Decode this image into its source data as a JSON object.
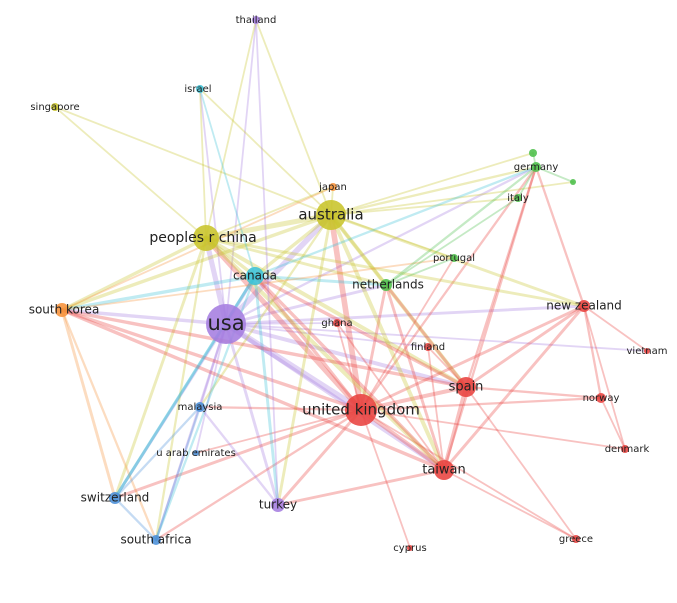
{
  "clusters": {
    "red": "#e8423f",
    "yellow": "#c8c42a",
    "purple": "#a57de0",
    "cyan": "#3cc2d6",
    "green": "#4cbf4a",
    "orange": "#f7923a",
    "blue": "#4a90d9"
  },
  "nodes": [
    {
      "id": "usa",
      "label": "usa",
      "cluster": "purple",
      "weight": 10
    },
    {
      "id": "united_kingdom",
      "label": "united kingdom",
      "cluster": "red",
      "weight": 9
    },
    {
      "id": "australia",
      "label": "australia",
      "cluster": "yellow",
      "weight": 8
    },
    {
      "id": "peoples_r_china",
      "label": "peoples r china",
      "cluster": "yellow",
      "weight": 7
    },
    {
      "id": "spain",
      "label": "spain",
      "cluster": "red",
      "weight": 5
    },
    {
      "id": "taiwan",
      "label": "taiwan",
      "cluster": "red",
      "weight": 5
    },
    {
      "id": "canada",
      "label": "canada",
      "cluster": "cyan",
      "weight": 4
    },
    {
      "id": "south_korea",
      "label": "south korea",
      "cluster": "orange",
      "weight": 4
    },
    {
      "id": "turkey",
      "label": "turkey",
      "cluster": "purple",
      "weight": 3
    },
    {
      "id": "switzerland",
      "label": "switzerland",
      "cluster": "blue",
      "weight": 3
    },
    {
      "id": "netherlands",
      "label": "netherlands",
      "cluster": "green",
      "weight": 3
    },
    {
      "id": "new_zealand",
      "label": "new zealand",
      "cluster": "red",
      "weight": 3
    },
    {
      "id": "south_africa",
      "label": "south africa",
      "cluster": "blue",
      "weight": 2
    },
    {
      "id": "malaysia",
      "label": "malaysia",
      "cluster": "blue",
      "weight": 2
    },
    {
      "id": "norway",
      "label": "norway",
      "cluster": "red",
      "weight": 2
    },
    {
      "id": "germany",
      "label": "germany",
      "cluster": "green",
      "weight": 2
    },
    {
      "id": "ghana",
      "label": "ghana",
      "cluster": "red",
      "weight": 1
    },
    {
      "id": "finland",
      "label": "finland",
      "cluster": "red",
      "weight": 1
    },
    {
      "id": "portugal",
      "label": "portugal",
      "cluster": "green",
      "weight": 1
    },
    {
      "id": "italy",
      "label": "italy",
      "cluster": "green",
      "weight": 1
    },
    {
      "id": "japan",
      "label": "japan",
      "cluster": "orange",
      "weight": 1
    },
    {
      "id": "israel",
      "label": "israel",
      "cluster": "cyan",
      "weight": 1
    },
    {
      "id": "singapore",
      "label": "singapore",
      "cluster": "yellow",
      "weight": 1
    },
    {
      "id": "thailand",
      "label": "thailand",
      "cluster": "purple",
      "weight": 1
    },
    {
      "id": "u_arab_emirates",
      "label": "u arab emirates",
      "cluster": "blue",
      "weight": 1
    },
    {
      "id": "vietnam",
      "label": "vietnam",
      "cluster": "red",
      "weight": 1
    },
    {
      "id": "denmark",
      "label": "denmark",
      "cluster": "red",
      "weight": 1
    },
    {
      "id": "greece",
      "label": "greece",
      "cluster": "red",
      "weight": 1
    },
    {
      "id": "cyprus",
      "label": "cyprus",
      "cluster": "red",
      "weight": 1
    },
    {
      "id": "germany_2",
      "label": "",
      "cluster": "green",
      "weight": 1
    },
    {
      "id": "germany_3",
      "label": "",
      "cluster": "green",
      "weight": 1
    }
  ],
  "edges": [
    [
      "usa",
      "united_kingdom"
    ],
    [
      "usa",
      "australia"
    ],
    [
      "usa",
      "peoples_r_china"
    ],
    [
      "usa",
      "canada"
    ],
    [
      "usa",
      "south_korea"
    ],
    [
      "usa",
      "spain"
    ],
    [
      "usa",
      "taiwan"
    ],
    [
      "usa",
      "turkey"
    ],
    [
      "usa",
      "switzerland"
    ],
    [
      "usa",
      "south_africa"
    ],
    [
      "usa",
      "malaysia"
    ],
    [
      "usa",
      "netherlands"
    ],
    [
      "usa",
      "new_zealand"
    ],
    [
      "usa",
      "thailand"
    ],
    [
      "usa",
      "israel"
    ],
    [
      "usa",
      "ghana"
    ],
    [
      "usa",
      "finland"
    ],
    [
      "usa",
      "vietnam"
    ],
    [
      "usa",
      "u_arab_emirates"
    ],
    [
      "usa",
      "germany"
    ],
    [
      "united_kingdom",
      "australia"
    ],
    [
      "united_kingdom",
      "peoples_r_china"
    ],
    [
      "united_kingdom",
      "canada"
    ],
    [
      "united_kingdom",
      "spain"
    ],
    [
      "united_kingdom",
      "taiwan"
    ],
    [
      "united_kingdom",
      "south_korea"
    ],
    [
      "united_kingdom",
      "turkey"
    ],
    [
      "united_kingdom",
      "switzerland"
    ],
    [
      "united_kingdom",
      "south_africa"
    ],
    [
      "united_kingdom",
      "netherlands"
    ],
    [
      "united_kingdom",
      "new_zealand"
    ],
    [
      "united_kingdom",
      "norway"
    ],
    [
      "united_kingdom",
      "denmark"
    ],
    [
      "united_kingdom",
      "greece"
    ],
    [
      "united_kingdom",
      "cyprus"
    ],
    [
      "united_kingdom",
      "ghana"
    ],
    [
      "united_kingdom",
      "malaysia"
    ],
    [
      "united_kingdom",
      "germany"
    ],
    [
      "united_kingdom",
      "portugal"
    ],
    [
      "united_kingdom",
      "u_arab_emirates"
    ],
    [
      "australia",
      "peoples_r_china"
    ],
    [
      "australia",
      "canada"
    ],
    [
      "australia",
      "south_korea"
    ],
    [
      "australia",
      "singapore"
    ],
    [
      "australia",
      "japan"
    ],
    [
      "australia",
      "germany"
    ],
    [
      "australia",
      "germany_2"
    ],
    [
      "australia",
      "germany_3"
    ],
    [
      "australia",
      "italy"
    ],
    [
      "australia",
      "spain"
    ],
    [
      "australia",
      "taiwan"
    ],
    [
      "australia",
      "netherlands"
    ],
    [
      "australia",
      "new_zealand"
    ],
    [
      "australia",
      "malaysia"
    ],
    [
      "australia",
      "israel"
    ],
    [
      "australia",
      "thailand"
    ],
    [
      "australia",
      "turkey"
    ],
    [
      "australia",
      "portugal"
    ],
    [
      "peoples_r_china",
      "canada"
    ],
    [
      "peoples_r_china",
      "south_korea"
    ],
    [
      "peoples_r_china",
      "singapore"
    ],
    [
      "peoples_r_china",
      "taiwan"
    ],
    [
      "peoples_r_china",
      "spain"
    ],
    [
      "peoples_r_china",
      "japan"
    ],
    [
      "peoples_r_china",
      "israel"
    ],
    [
      "peoples_r_china",
      "switzerland"
    ],
    [
      "peoples_r_china",
      "south_africa"
    ],
    [
      "peoples_r_china",
      "netherlands"
    ],
    [
      "peoples_r_china",
      "new_zealand"
    ],
    [
      "peoples_r_china",
      "thailand"
    ],
    [
      "canada",
      "spain"
    ],
    [
      "canada",
      "taiwan"
    ],
    [
      "canada",
      "germany"
    ],
    [
      "canada",
      "netherlands"
    ],
    [
      "canada",
      "south_korea"
    ],
    [
      "canada",
      "israel"
    ],
    [
      "canada",
      "turkey"
    ],
    [
      "canada",
      "switzerland"
    ],
    [
      "south_korea",
      "taiwan"
    ],
    [
      "south_korea",
      "spain"
    ],
    [
      "south_korea",
      "switzerland"
    ],
    [
      "south_korea",
      "south_africa"
    ],
    [
      "south_korea",
      "japan"
    ],
    [
      "south_korea",
      "portugal"
    ],
    [
      "spain",
      "taiwan"
    ],
    [
      "spain",
      "new_zealand"
    ],
    [
      "spain",
      "norway"
    ],
    [
      "spain",
      "netherlands"
    ],
    [
      "spain",
      "germany"
    ],
    [
      "spain",
      "greece"
    ],
    [
      "taiwan",
      "new_zealand"
    ],
    [
      "taiwan",
      "netherlands"
    ],
    [
      "taiwan",
      "greece"
    ],
    [
      "taiwan",
      "turkey"
    ],
    [
      "taiwan",
      "germany"
    ],
    [
      "taiwan",
      "finland"
    ],
    [
      "new_zealand",
      "germany"
    ],
    [
      "new_zealand",
      "norway"
    ],
    [
      "new_zealand",
      "denmark"
    ],
    [
      "new_zealand",
      "vietnam"
    ],
    [
      "netherlands",
      "germany"
    ],
    [
      "netherlands",
      "italy"
    ],
    [
      "netherlands",
      "portugal"
    ],
    [
      "turkey",
      "malaysia"
    ],
    [
      "turkey",
      "thailand"
    ],
    [
      "switzerland",
      "south_africa"
    ],
    [
      "switzerland",
      "malaysia"
    ],
    [
      "switzerland",
      "canada"
    ],
    [
      "south_africa",
      "malaysia"
    ],
    [
      "south_africa",
      "canada"
    ],
    [
      "germany",
      "italy"
    ],
    [
      "germany",
      "germany_2"
    ],
    [
      "germany",
      "germany_3"
    ],
    [
      "norway",
      "denmark"
    ],
    [
      "ghana",
      "taiwan"
    ],
    [
      "finland",
      "spain"
    ]
  ]
}
